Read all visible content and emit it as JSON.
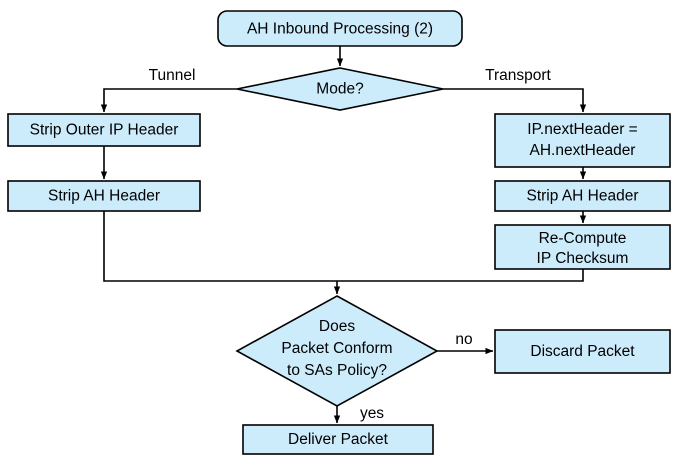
{
  "diagram": {
    "title": "AH Inbound Processing (2)",
    "colors": {
      "node_fill": "#cdecfb",
      "node_stroke": "#000000",
      "background": "#ffffff",
      "text": "#000000"
    },
    "nodes": {
      "start": {
        "label": "AH Inbound Processing (2)",
        "shape": "rounded-rect"
      },
      "mode_decision": {
        "label": "Mode?",
        "shape": "diamond"
      },
      "strip_outer_ip_header": {
        "label": "Strip Outer IP Header",
        "shape": "rect"
      },
      "strip_ah_header_tunnel": {
        "label": "Strip AH Header",
        "shape": "rect"
      },
      "ip_nextheader": {
        "line1": "IP.nextHeader =",
        "line2": "AH.nextHeader",
        "shape": "rect"
      },
      "strip_ah_header_transport": {
        "label": "Strip AH Header",
        "shape": "rect"
      },
      "recompute_checksum": {
        "line1": "Re-Compute",
        "line2": "IP Checksum",
        "shape": "rect"
      },
      "conform_decision": {
        "line1": "Does",
        "line2": "Packet Conform",
        "line3": "to SAs Policy?",
        "shape": "diamond"
      },
      "discard_packet": {
        "label": "Discard Packet",
        "shape": "rect"
      },
      "deliver_packet": {
        "label": "Deliver Packet",
        "shape": "rect"
      }
    },
    "edge_labels": {
      "tunnel": "Tunnel",
      "transport": "Transport",
      "no": "no",
      "yes": "yes"
    }
  }
}
